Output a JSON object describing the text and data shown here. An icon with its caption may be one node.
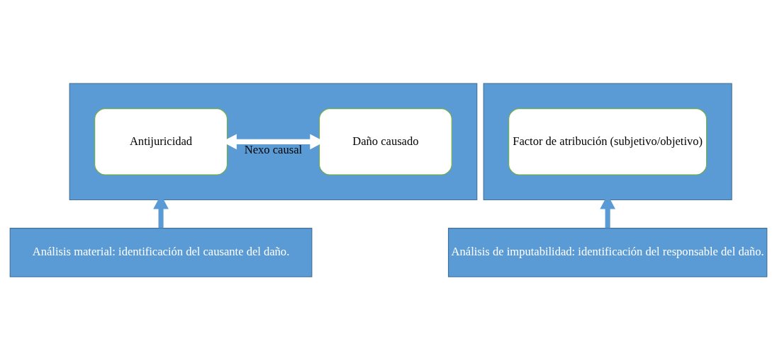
{
  "diagram": {
    "nodes": [
      {
        "text": [],
        "shape": "box"
      },
      {
        "text": [
          "Antijuricidad"
        ],
        "in": 0
      },
      {
        "text": [
          "Daño causado"
        ],
        "in": 0
      },
      {
        "text": [],
        "shape": "box"
      },
      {
        "text": [
          "Factor de atribución (subjetivo/objetivo)"
        ],
        "in": 3
      },
      {
        "text": [
          "Análisis material: identificación del causante del daño."
        ]
      },
      {
        "text": [
          "Análisis de imputabilidad: identificación del responsable del daño."
        ]
      }
    ],
    "edges": [
      {
        "from": 1,
        "to": 2,
        "label": "Nexo causal",
        "arrow": "both",
        "color": "#ffffff"
      },
      {
        "from": 5,
        "to": 0,
        "arrow": "to"
      },
      {
        "from": 6,
        "to": 3,
        "arrow": "to"
      }
    ]
  }
}
